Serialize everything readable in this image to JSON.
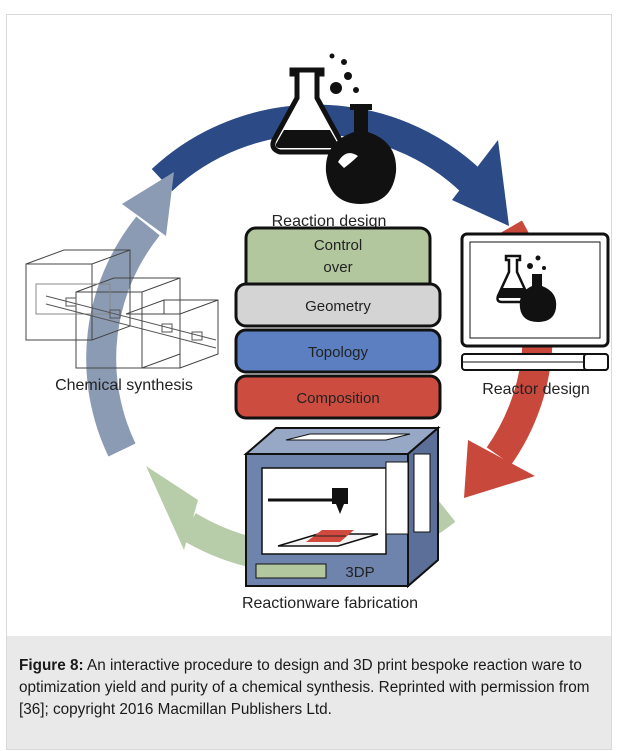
{
  "diagram": {
    "stages": {
      "reaction_design": "Reaction design",
      "reactor_design": "Reactor design",
      "reactionware_fabrication": "Reactionware fabrication",
      "chemical_synthesis": "Chemical synthesis"
    },
    "stack": {
      "control_line1": "Control",
      "control_line2": "over",
      "geometry": "Geometry",
      "topology": "Topology",
      "composition": "Composition"
    },
    "printer_label": "3DP",
    "colors": {
      "arrow_top": "#2c4a86",
      "arrow_right": "#c9483c",
      "arrow_bottom": "#b7cca8",
      "arrow_left": "#8c9bb4",
      "control_fill": "#b3c79f",
      "geometry_fill": "#d4d4d4",
      "topology_fill": "#5b7fc0",
      "composition_fill": "#cc4d40",
      "printer_body": "#6e84ad"
    },
    "icons": [
      "lab-flasks-icon",
      "computer-icon",
      "reactor-wireframe-icon",
      "3d-printer-icon"
    ]
  },
  "caption": {
    "label": "Figure 8:",
    "text": " An interactive procedure to design and 3D print bespoke reaction ware to optimization yield and purity of a chemical synthesis. Reprinted with permission from [36]; copyright 2016 Macmillan Publishers Ltd."
  }
}
